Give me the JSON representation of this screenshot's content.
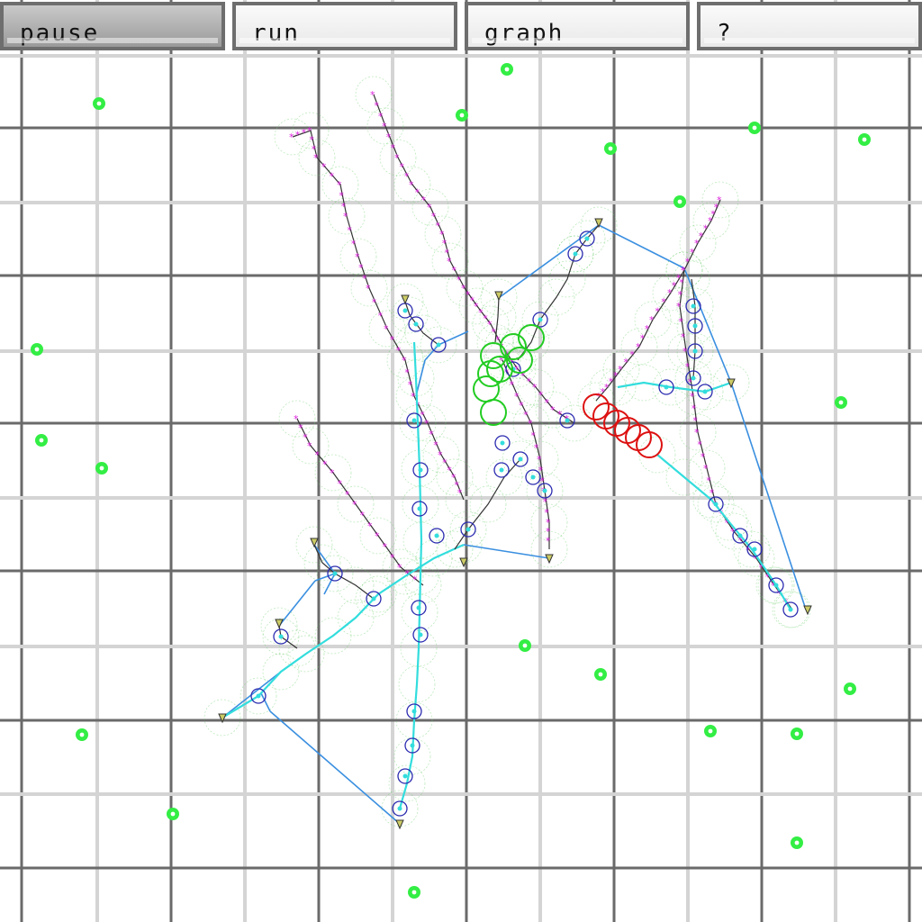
{
  "toolbar": {
    "buttons": [
      {
        "id": "pause",
        "label": "pause",
        "pressed": true
      },
      {
        "id": "run",
        "label": "run",
        "pressed": false
      },
      {
        "id": "graph",
        "label": "graph",
        "pressed": false
      },
      {
        "id": "help",
        "label": "?",
        "pressed": false
      }
    ]
  },
  "colors": {
    "background": "#ffffff",
    "grid_minor": "#d4d4d4",
    "grid_major": "#6a6a6a",
    "food": "#33ee44",
    "link": "#3a8fe0",
    "trail": "#8a3fa0",
    "bead": "#dd22dd",
    "node_ring": "#2a2ab0",
    "cyan": "#33dddd",
    "halo": "#66cc66",
    "red": "#dd1111",
    "green_ring": "#22cc22",
    "marker": "#cccc66"
  }
}
